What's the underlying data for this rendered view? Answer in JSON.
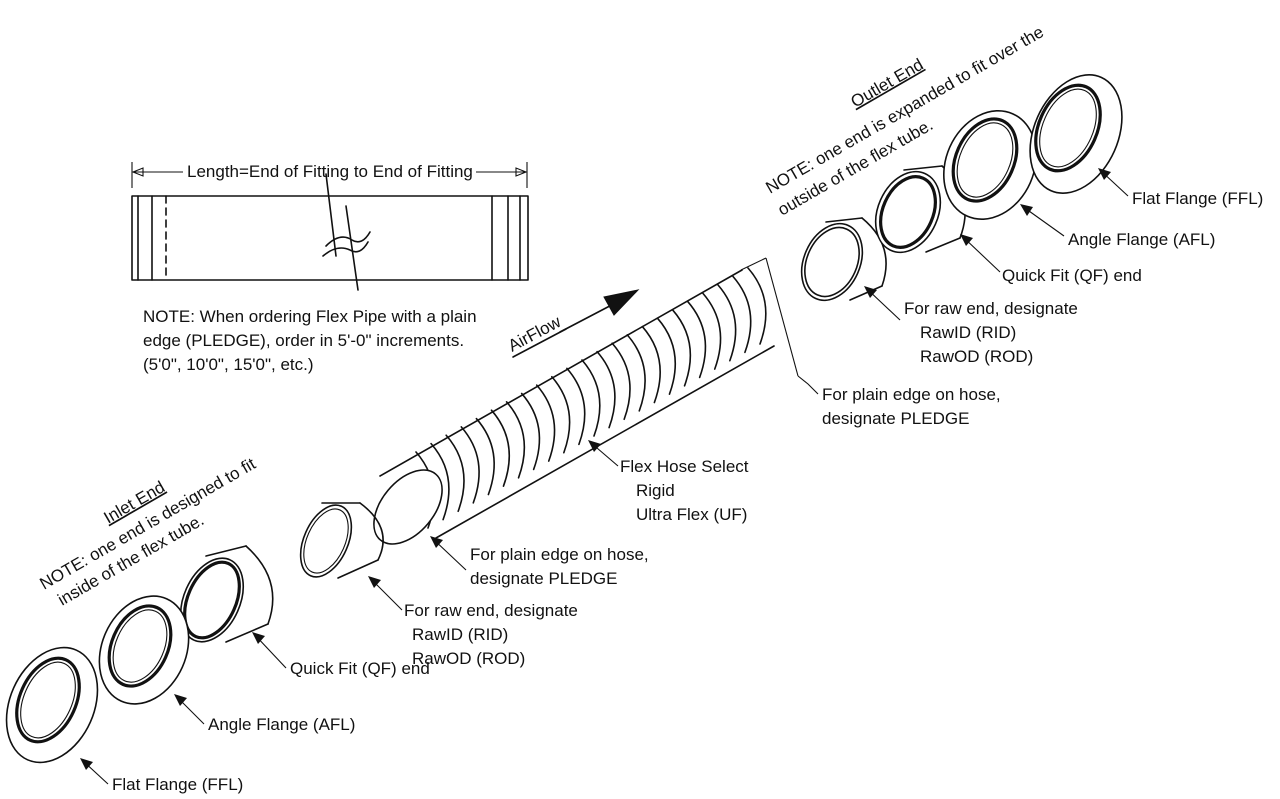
{
  "length_note": "Length=End of Fitting to End of Fitting",
  "pledge_note": {
    "line1": "NOTE: When ordering Flex Pipe with a plain",
    "line2": "edge (PLEDGE), order in 5'-0\" increments.",
    "line3": "(5'0\", 10'0\", 15'0\", etc.)"
  },
  "airflow_label": "AirFlow",
  "outlet": {
    "title": "Outlet End",
    "note1": "NOTE: one end is expanded to fit over the",
    "note2": "outside of the flex tube.",
    "flat_flange": "Flat Flange (FFL)",
    "angle_flange": "Angle Flange (AFL)",
    "quick_fit": "Quick Fit (QF) end",
    "raw_end": {
      "line1": "For raw end, designate",
      "line2": "RawID (RID)",
      "line3": "RawOD (ROD)"
    },
    "plain_edge": {
      "line1": "For plain edge on hose,",
      "line2": "designate PLEDGE"
    }
  },
  "hose": {
    "line1": "Flex Hose Select",
    "line2": "Rigid",
    "line3": "Ultra Flex (UF)"
  },
  "inlet": {
    "title": "Inlet End",
    "note1": "NOTE: one end is designed to fit",
    "note2": "inside of the flex tube.",
    "plain_edge": {
      "line1": "For plain edge on hose,",
      "line2": "designate PLEDGE"
    },
    "raw_end": {
      "line1": "For raw end, designate",
      "line2": "RawID (RID)",
      "line3": "RawOD (ROD)"
    },
    "quick_fit": "Quick Fit (QF) end",
    "angle_flange": "Angle Flange (AFL)",
    "flat_flange": "Flat Flange (FFL)"
  }
}
